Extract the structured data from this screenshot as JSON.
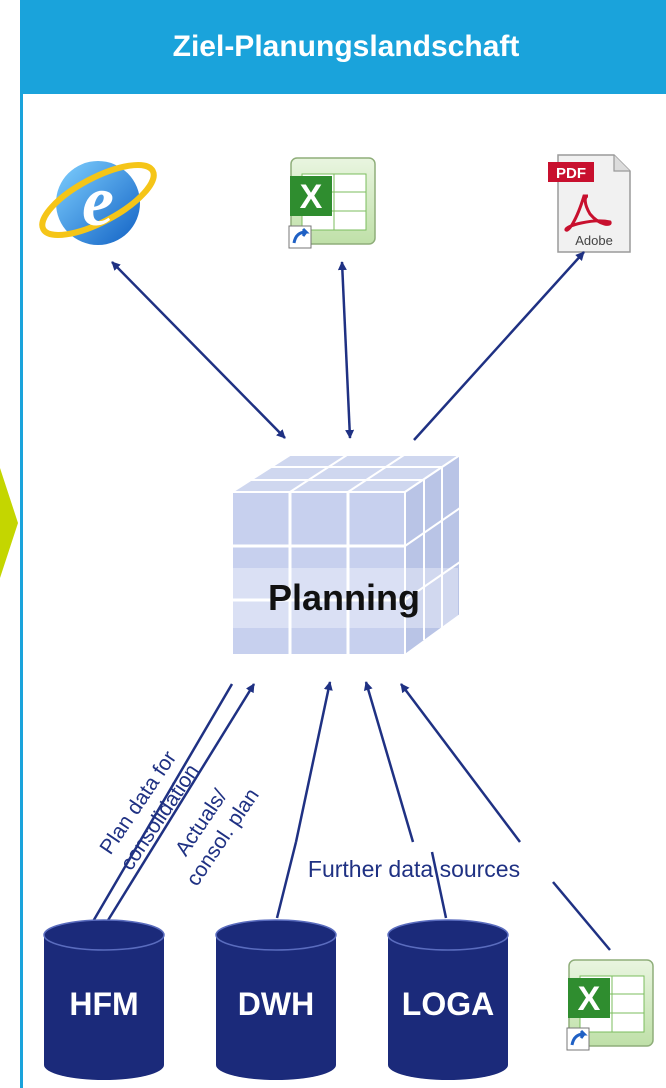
{
  "title": "Ziel-Planungslandschaft",
  "hub_label": "Planning",
  "icons": {
    "browser": "internet-explorer-icon",
    "excel": "excel-icon",
    "pdf": "pdf-icon",
    "pdf_badge": "PDF",
    "pdf_brand": "Adobe"
  },
  "edges": {
    "plan_data_line1": "Plan data for",
    "plan_data_line2": "consolidation",
    "actuals_line1": "Actuals/",
    "actuals_line2": "consol. plan",
    "further_sources": "Further data sources"
  },
  "databases": [
    "HFM",
    "DWH",
    "LOGA"
  ],
  "colors": {
    "header": "#1aa3db",
    "arrow": "#1f3183",
    "db": "#1b2a7a",
    "chevron": "#c4d600"
  }
}
